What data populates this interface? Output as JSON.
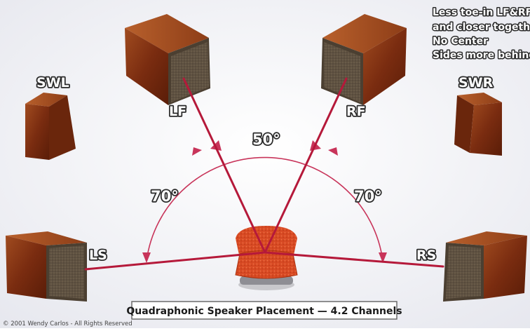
{
  "notes": [
    "Less toe-in LF&RF",
    "and closer together",
    "No Center",
    "Sides more behind"
  ],
  "speakers": {
    "lf": "LF",
    "rf": "RF",
    "ls": "LS",
    "rs": "RS",
    "swl": "SWL",
    "swr": "SWR"
  },
  "angles": {
    "front": "50°",
    "left_side": "70°",
    "right_side": "70°"
  },
  "caption": "Quadraphonic Speaker Placement — 4.2 Channels",
  "copyright": "© 2001 Wendy Carlos - All Rights Reserved",
  "colors": {
    "line": "#b5193a",
    "arc": "#cc3355",
    "wood": "#7a2a10",
    "grille": "#5e5141",
    "chair": "#d64a26",
    "label": "#ffffff"
  }
}
